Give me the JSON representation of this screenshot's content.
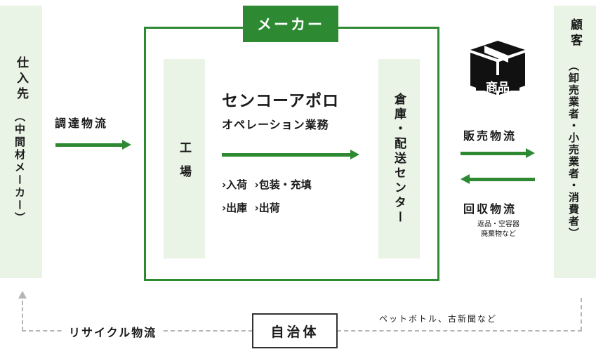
{
  "supplier": {
    "title": "仕入先",
    "subtitle": "（中間材メーカー）"
  },
  "customer": {
    "title": "顧客",
    "subtitle": "（卸売業者・小売業者・消費者）"
  },
  "maker": {
    "label": "メーカー",
    "factory": "工　場",
    "warehouse": "倉庫・配送センター",
    "company_line1": "センコーアポロ",
    "company_line2": "オペレーション業務",
    "tasks_row1": "›入荷  ›包装・充填",
    "tasks_row2": "›出庫  ›出荷"
  },
  "flows": {
    "procurement": "調達物流",
    "sales": "販売物流",
    "recovery": "回収物流",
    "recovery_note_line1": "返品・空容器",
    "recovery_note_line2": "廃棄物など",
    "recycle": "リサイクル物流",
    "recycle_items": "ペットボトル、古新聞など"
  },
  "product": {
    "label": "商品",
    "icon": "product-box-icon"
  },
  "municipality": "自治体",
  "colors": {
    "accent": "#2d8a33",
    "panel": "#e9f3e6",
    "dash": "#b5b5b5"
  }
}
